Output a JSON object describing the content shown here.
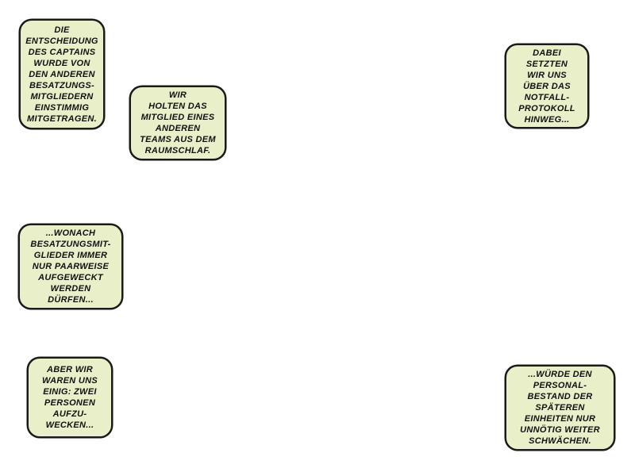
{
  "fill_color": "#e9efc8",
  "captions": [
    {
      "lines": [
        "Die",
        "Entscheidung",
        "des Captains",
        "wurde von",
        "den anderen",
        "Besatzungs-",
        "mitgliedern",
        "einstimmig",
        "mitgetragen."
      ]
    },
    {
      "lines": [
        "Wir",
        "holten das",
        "Mitglied eines",
        "anderen",
        "Teams aus dem",
        "Raumschlaf."
      ]
    },
    {
      "lines": [
        "Dabei",
        "setzten",
        "wir uns",
        "über das",
        "Notfall-",
        "protokoll",
        "hinweg..."
      ]
    },
    {
      "lines": [
        "...wonach",
        "Besatzungsmit-",
        "glieder immer",
        "nur paarweise",
        "aufgeweckt",
        "werden",
        "dürfen..."
      ]
    },
    {
      "lines": [
        "Aber wir",
        "waren uns",
        "einig: zwei",
        "Personen",
        "aufzu-",
        "wecken..."
      ]
    },
    {
      "lines": [
        "...würde den",
        "Personal-",
        "bestand der",
        "späteren",
        "Einheiten nur",
        "unnötig weiter",
        "schwächen."
      ]
    }
  ]
}
